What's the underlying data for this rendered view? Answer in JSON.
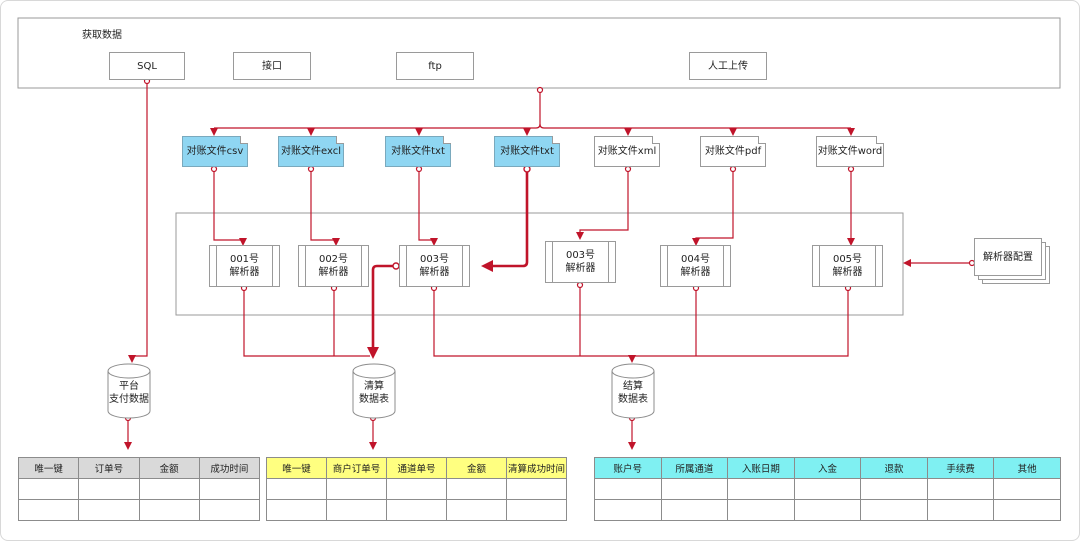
{
  "panel": {
    "title": "获取数据"
  },
  "sources": [
    "SQL",
    "接口",
    "ftp",
    "人工上传"
  ],
  "files": [
    {
      "label": "对账文件csv",
      "highlight": true
    },
    {
      "label": "对账文件excl",
      "highlight": true
    },
    {
      "label": "对账文件txt",
      "highlight": true
    },
    {
      "label": "对账文件txt",
      "highlight": true
    },
    {
      "label": "对账文件xml",
      "highlight": false
    },
    {
      "label": "对账文件pdf",
      "highlight": false
    },
    {
      "label": "对账文件word",
      "highlight": false
    }
  ],
  "parsers": [
    {
      "num": "001号",
      "name": "解析器"
    },
    {
      "num": "002号",
      "name": "解析器"
    },
    {
      "num": "003号",
      "name": "解析器"
    },
    {
      "num": "003号",
      "name": "解析器"
    },
    {
      "num": "004号",
      "name": "解析器"
    },
    {
      "num": "005号",
      "name": "解析器"
    }
  ],
  "config": {
    "label": "解析器配置"
  },
  "databases": [
    {
      "line1": "平台",
      "line2": "支付数据"
    },
    {
      "line1": "清算",
      "line2": "数据表"
    },
    {
      "line1": "结算",
      "line2": "数据表"
    }
  ],
  "tables": [
    {
      "headers": [
        "唯一键",
        "订单号",
        "金额",
        "成功时间"
      ],
      "color": "#d9d9d9"
    },
    {
      "headers": [
        "唯一键",
        "商户订单号",
        "通道单号",
        "金额",
        "清算成功时间"
      ],
      "color": "#ffff80"
    },
    {
      "headers": [
        "账户号",
        "所属通道",
        "入账日期",
        "入金",
        "退款",
        "手续费",
        "其他"
      ],
      "color": "#7ff0f2"
    }
  ],
  "colors": {
    "wire": "#c0142a",
    "blue_file": "#8fd6f2"
  }
}
